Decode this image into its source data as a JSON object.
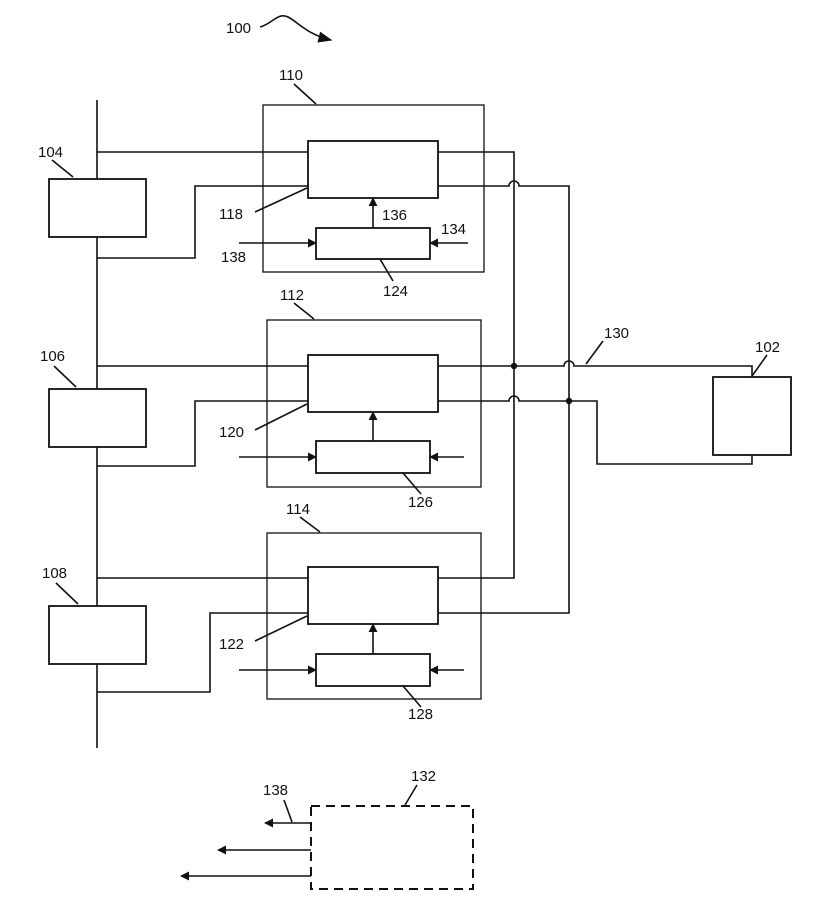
{
  "labels": {
    "fig": "100",
    "load": "102",
    "ref_top": "104",
    "ref_mid": "106",
    "ref_bot": "108",
    "unit_top": "110",
    "unit_mid": "112",
    "unit_bot": "114",
    "conv_top": "118",
    "conv_mid": "120",
    "conv_bot": "122",
    "ctrl_top": "124",
    "ctrl_mid": "126",
    "ctrl_bot": "128",
    "bus": "130",
    "controller": "132",
    "in_right": "134",
    "signal_up": "136",
    "in_left": "138",
    "ctrl_out": "138"
  }
}
